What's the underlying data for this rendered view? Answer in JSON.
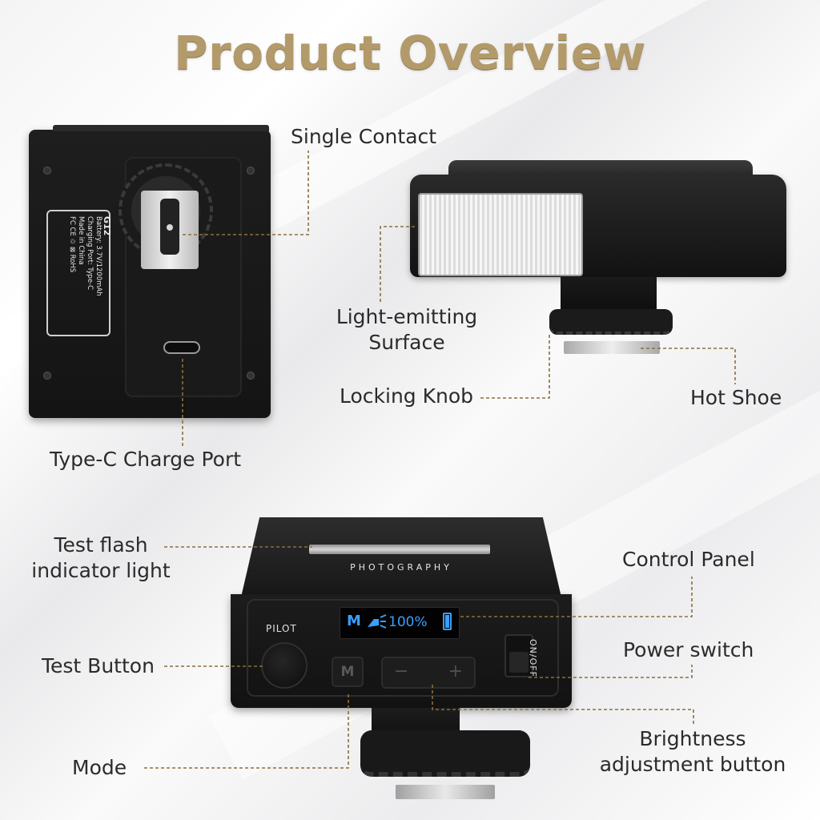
{
  "title": "Product Overview",
  "back_view": {
    "label_model": "G12",
    "label_battery": "Battery: 3.7V/1200mAh",
    "label_charging": "Charging Port: Type-C",
    "label_origin": "Made in China",
    "label_marks": "FC CE ♲ ⊠ RoHS"
  },
  "front_view": {
    "brand": "PHOTOGRAPHY",
    "screen_mode": "M",
    "screen_power": "100%",
    "pilot_label": "PILOT",
    "mode_button_label": "M",
    "minus_label": "−",
    "plus_label": "+",
    "switch_label": "ON/OFF"
  },
  "callouts": {
    "single_contact": "Single Contact",
    "type_c_port": "Type-C Charge Port",
    "light_surface_1": "Light-emitting",
    "light_surface_2": "Surface",
    "locking_knob": "Locking Knob",
    "hot_shoe": "Hot Shoe",
    "test_flash_1": "Test flash",
    "test_flash_2": "indicator light",
    "control_panel": "Control Panel",
    "power_switch": "Power switch",
    "test_button": "Test Button",
    "brightness_1": "Brightness",
    "brightness_2": "adjustment button",
    "mode": "Mode"
  },
  "colors": {
    "title_gold": "#b39a6a",
    "leader_line": "#8c6f3c",
    "screen_blue": "#38a0ff"
  }
}
